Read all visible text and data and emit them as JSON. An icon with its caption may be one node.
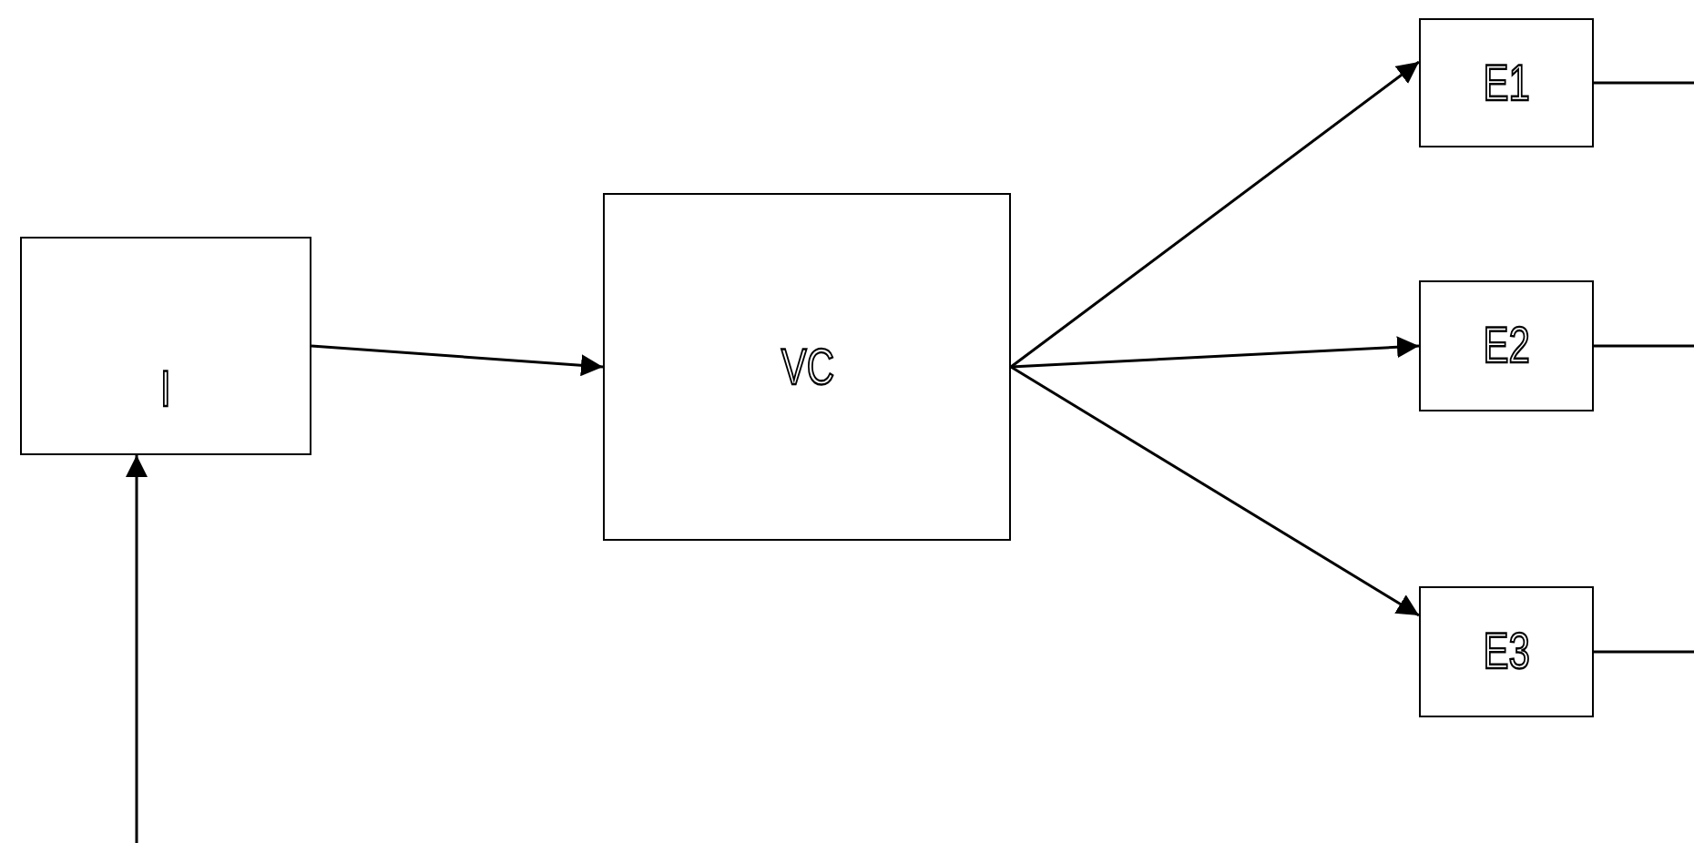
{
  "diagram": {
    "nodes": [
      {
        "text": [
          "I"
        ]
      },
      {
        "text": [
          "VC"
        ]
      },
      {
        "text": [
          "E1"
        ]
      },
      {
        "text": [
          "E2"
        ]
      },
      {
        "text": [
          "E3"
        ]
      }
    ],
    "edges": [
      {
        "from": null,
        "to": 0,
        "arrow": "to"
      },
      {
        "from": 0,
        "to": 1,
        "arrow": "to"
      },
      {
        "from": 1,
        "to": 2,
        "arrow": "to"
      },
      {
        "from": 1,
        "to": 3,
        "arrow": "to"
      },
      {
        "from": 1,
        "to": 4,
        "arrow": "to"
      },
      {
        "from": 2,
        "to": null,
        "arrow": "none"
      },
      {
        "from": 3,
        "to": null,
        "arrow": "none"
      },
      {
        "from": 4,
        "to": null,
        "arrow": "none"
      }
    ]
  }
}
